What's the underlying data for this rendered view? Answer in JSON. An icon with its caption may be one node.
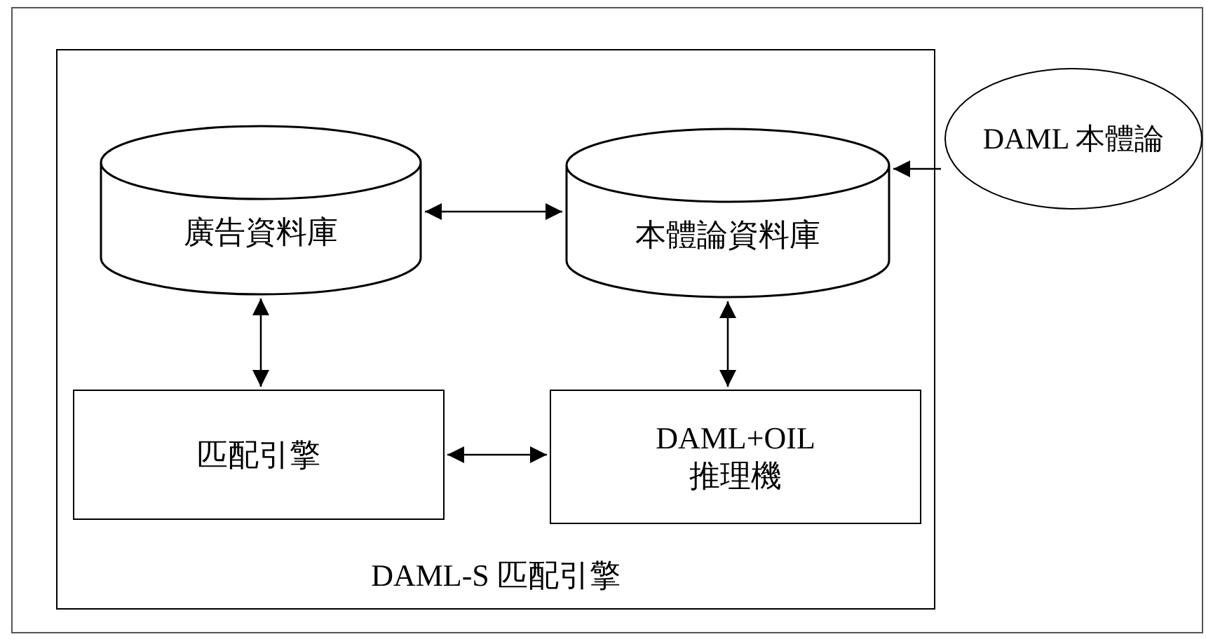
{
  "diagram": {
    "nodes": [
      {
        "text": [
          "DAML-S 匹配引擎"
        ]
      },
      {
        "text": [
          "廣告資料庫"
        ],
        "in": 0
      },
      {
        "text": [
          "本體論資料庫"
        ],
        "in": 0
      },
      {
        "text": [
          "匹配引擎"
        ],
        "in": 0
      },
      {
        "text": [
          "DAML+OIL 推理機"
        ],
        "in": 0
      },
      {
        "text": [
          "DAML 本體論"
        ]
      }
    ],
    "edges": [
      {
        "from": 1,
        "to": 2,
        "arrow": "both"
      },
      {
        "from": 1,
        "to": 3,
        "arrow": "both"
      },
      {
        "from": 2,
        "to": 4,
        "arrow": "both"
      },
      {
        "from": 3,
        "to": 4,
        "arrow": "both"
      },
      {
        "from": 5,
        "to": 2,
        "arrow": "to"
      }
    ]
  }
}
